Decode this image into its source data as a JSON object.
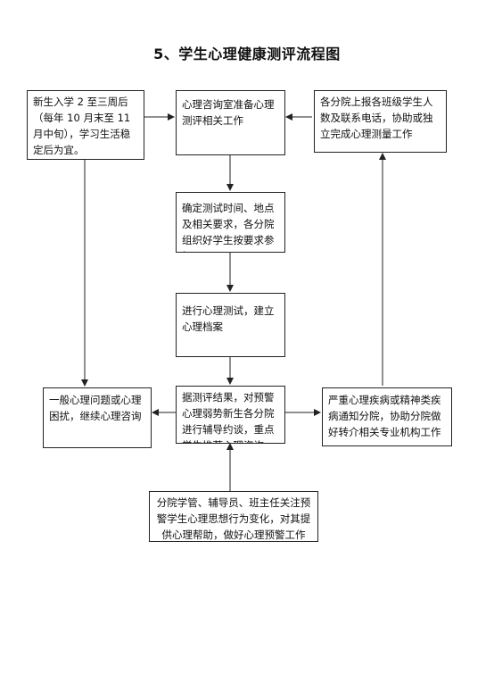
{
  "title": "5、学生心理健康测评流程图",
  "nodes": {
    "freshman": "新生入学 2 至三周后（每年 10 月末至 11 月中旬），学习生活稳定后为宜。",
    "prepare": "心理咨询室准备心理测评相关工作",
    "report": "各分院上报各班级学生人数及联系电话，协助或独立完成心理测量工作",
    "schedule": "确定测试时间、地点及相关要求，各分院组织好学生按要求参加",
    "test": "进行心理测试，建立心理档案",
    "result": "据测评结果，对预警心理弱势新生各分院进行辅导约谈，重点学生推荐心理咨询",
    "general": "一般心理问题或心理困扰，继续心理咨询",
    "severe": "严重心理疾病或精神类疾病通知分院，协助分院做好转介相关专业机构工作",
    "staff": "分院学管、辅导员、班主任关注预警学生心理思想行为变化，对其提供心理帮助，做好心理预警工作"
  }
}
